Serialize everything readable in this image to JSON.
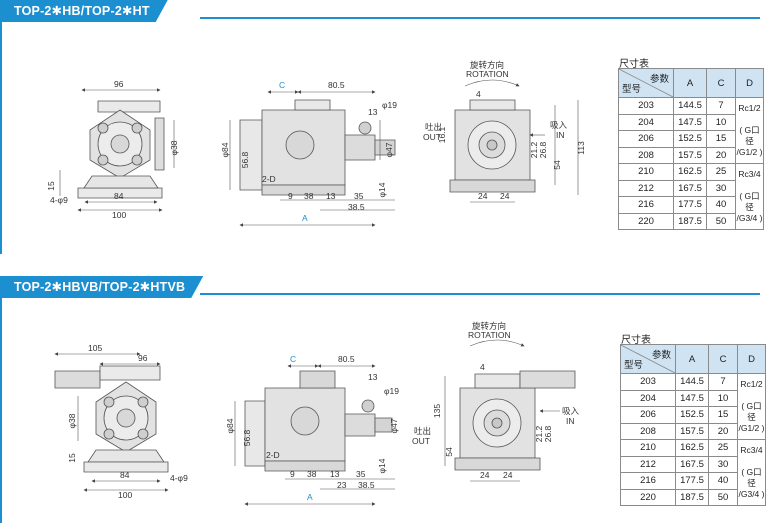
{
  "sections": [
    {
      "title": "TOP-2✱HB/TOP-2✱HT",
      "front_view": {
        "width_top": "96",
        "width_mid": "84",
        "width_base": "100",
        "height_right": "φ38",
        "height_left": "15",
        "holes": "4-φ9"
      },
      "side_view": {
        "dim_c": "C",
        "dim_805": "80.5",
        "dim_13": "13",
        "dim_phi19": "φ19",
        "dim_phi84": "φ84",
        "dim_568": "56.8",
        "dim_phi47": "φ47",
        "dim_2d": "2-D",
        "dim_9": "9",
        "dim_38": "38",
        "dim_13b": "13",
        "dim_35": "35",
        "dim_phi14": "φ14",
        "dim_385": "38.5",
        "dim_a": "A"
      },
      "end_view": {
        "rot_cn": "旋转方向",
        "rot_en": "ROTATION",
        "dim_41": "4",
        "out_cn": "吐出",
        "out_en": "OUT",
        "dim_161": "16.1",
        "in_cn": "吸入",
        "in_en": "IN",
        "dim_212": "21.2",
        "dim_268": "26.8",
        "dim_54": "54",
        "dim_113": "113",
        "dim_24a": "24",
        "dim_24b": "24"
      }
    },
    {
      "title": "TOP-2✱HBVB/TOP-2✱HTVB",
      "front_view": {
        "width_top1": "105",
        "width_top2": "96",
        "width_mid": "84",
        "width_base": "100",
        "height_left": "φ38",
        "height_left2": "15",
        "holes": "4-φ9"
      },
      "side_view": {
        "dim_c": "C",
        "dim_805": "80.5",
        "dim_13": "13",
        "dim_phi19": "φ19",
        "dim_phi84": "φ84",
        "dim_568": "56.8",
        "dim_phi47": "φ47",
        "dim_2d": "2-D",
        "dim_9": "9",
        "dim_38": "38",
        "dim_13b": "13",
        "dim_35": "35",
        "dim_phi14": "φ14",
        "dim_23": "23",
        "dim_385": "38.5",
        "dim_a": "A"
      },
      "end_view": {
        "rot_cn": "旋转方向",
        "rot_en": "ROTATION",
        "dim_41": "4",
        "out_cn": "吐出",
        "out_en": "OUT",
        "dim_135": "135",
        "in_cn": "吸入",
        "in_en": "IN",
        "dim_212": "21.2",
        "dim_268": "26.8",
        "dim_54": "54",
        "dim_24a": "24",
        "dim_24b": "24"
      }
    }
  ],
  "dimension_table": {
    "title": "尺寸表",
    "header_param": "参数",
    "header_model": "型号",
    "columns": [
      "A",
      "C",
      "D"
    ],
    "rows": [
      {
        "model": "203",
        "A": "144.5",
        "C": "7"
      },
      {
        "model": "204",
        "A": "147.5",
        "C": "10"
      },
      {
        "model": "206",
        "A": "152.5",
        "C": "15"
      },
      {
        "model": "208",
        "A": "157.5",
        "C": "20"
      },
      {
        "model": "210",
        "A": "162.5",
        "C": "25"
      },
      {
        "model": "212",
        "A": "167.5",
        "C": "30"
      },
      {
        "model": "216",
        "A": "177.5",
        "C": "40"
      },
      {
        "model": "220",
        "A": "187.5",
        "C": "50"
      }
    ],
    "d_group1": {
      "thread": "Rc1/2",
      "gport": "( G口径",
      "gsize": "/G1/2 )"
    },
    "d_group2": {
      "thread": "Rc3/4",
      "gport": "( G口径",
      "gsize": "/G3/4 )"
    }
  }
}
